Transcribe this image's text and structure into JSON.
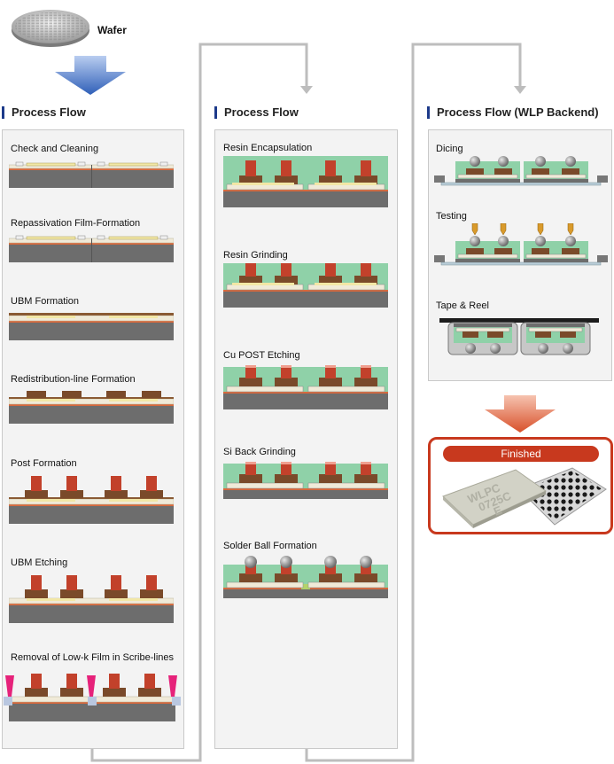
{
  "wafer": {
    "label": "Wafer",
    "icon": "wafer-icon"
  },
  "columns": [
    {
      "title": "Process Flow",
      "steps": [
        {
          "label": "Check and Cleaning",
          "kind": "base"
        },
        {
          "label": "Repassivation Film-Formation",
          "kind": "base"
        },
        {
          "label": "UBM Formation",
          "kind": "ubm"
        },
        {
          "label": "Redistribution-line Formation",
          "kind": "rdl"
        },
        {
          "label": "Post Formation",
          "kind": "post"
        },
        {
          "label": "UBM Etching",
          "kind": "post"
        },
        {
          "label": "Removal of Low-k Film in Scribe-lines",
          "kind": "lowk"
        }
      ]
    },
    {
      "title": "Process Flow",
      "steps": [
        {
          "label": "Resin Encapsulation",
          "kind": "resin"
        },
        {
          "label": "Resin Grinding",
          "kind": "resin"
        },
        {
          "label": "Cu POST Etching",
          "kind": "etch"
        },
        {
          "label": "Si Back Grinding",
          "kind": "etch"
        },
        {
          "label": "Solder Ball Formation",
          "kind": "ball"
        }
      ]
    },
    {
      "title": "Process Flow (WLP Backend)",
      "steps": [
        {
          "label": "Dicing",
          "kind": "dice"
        },
        {
          "label": "Testing",
          "kind": "test"
        },
        {
          "label": "Tape & Reel",
          "kind": "tape"
        }
      ]
    }
  ],
  "finished": {
    "label": "Finished",
    "chip_text": [
      "WLPC",
      "0725C",
      "E"
    ]
  },
  "colors": {
    "accent": "#1d3a8a",
    "finished": "#c8391e",
    "silicon": "#6e6e6e",
    "copper": "#c2412b",
    "redistribution": "#7a4a2a",
    "resin": "#8fd1a8",
    "pad": "#f2e7a6"
  }
}
